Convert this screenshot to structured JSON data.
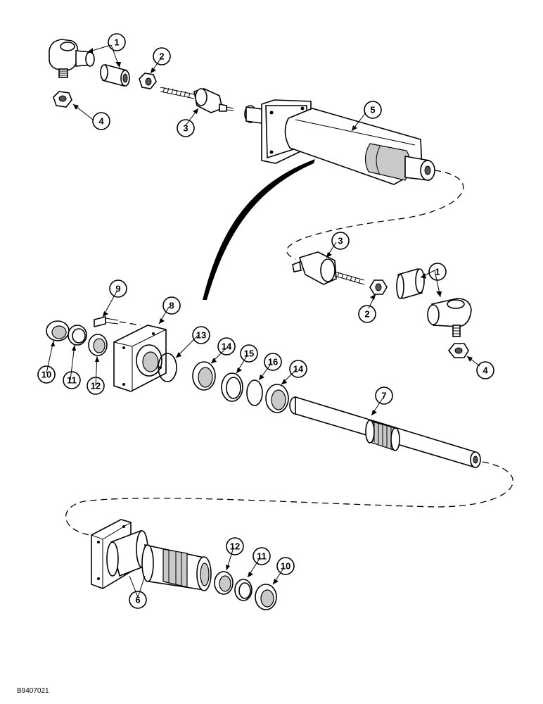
{
  "reference_code": "B9407021",
  "callouts": [
    {
      "id": "c1a",
      "label": "1"
    },
    {
      "id": "c2a",
      "label": "2"
    },
    {
      "id": "c3a",
      "label": "3"
    },
    {
      "id": "c4a",
      "label": "4"
    },
    {
      "id": "c5",
      "label": "5"
    },
    {
      "id": "c3b",
      "label": "3"
    },
    {
      "id": "c1b",
      "label": "1"
    },
    {
      "id": "c2b",
      "label": "2"
    },
    {
      "id": "c4b",
      "label": "4"
    },
    {
      "id": "c9",
      "label": "9"
    },
    {
      "id": "c8",
      "label": "8"
    },
    {
      "id": "c13",
      "label": "13"
    },
    {
      "id": "c14a",
      "label": "14"
    },
    {
      "id": "c15",
      "label": "15"
    },
    {
      "id": "c16",
      "label": "16"
    },
    {
      "id": "c14b",
      "label": "14"
    },
    {
      "id": "c10a",
      "label": "10"
    },
    {
      "id": "c11a",
      "label": "11"
    },
    {
      "id": "c12a",
      "label": "12"
    },
    {
      "id": "c7",
      "label": "7"
    },
    {
      "id": "c6",
      "label": "6"
    },
    {
      "id": "c12b",
      "label": "12"
    },
    {
      "id": "c11b",
      "label": "11"
    },
    {
      "id": "c10b",
      "label": "10"
    }
  ]
}
